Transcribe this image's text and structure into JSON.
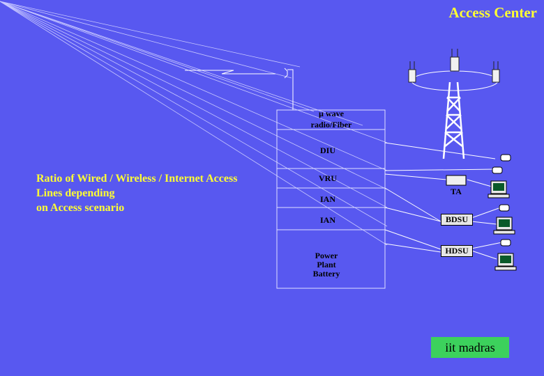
{
  "header": {
    "title": "Access Center"
  },
  "diagram": {
    "caption_lines": [
      "Ratio of Wired / Wireless / Internet Access",
      "Lines depending",
      "on Access scenario"
    ],
    "rack": {
      "top_label_line1": "µ wave",
      "top_label_line2": "radio/Fiber",
      "modules": [
        "DIU",
        "VRU",
        "IAN",
        "IAN"
      ],
      "power_line1": "Power",
      "power_line2": "Plant",
      "power_line3": "Battery"
    },
    "terminals": [
      "TA",
      "BDSU",
      "HDSU"
    ]
  },
  "footer": {
    "badge": "iit madras"
  }
}
